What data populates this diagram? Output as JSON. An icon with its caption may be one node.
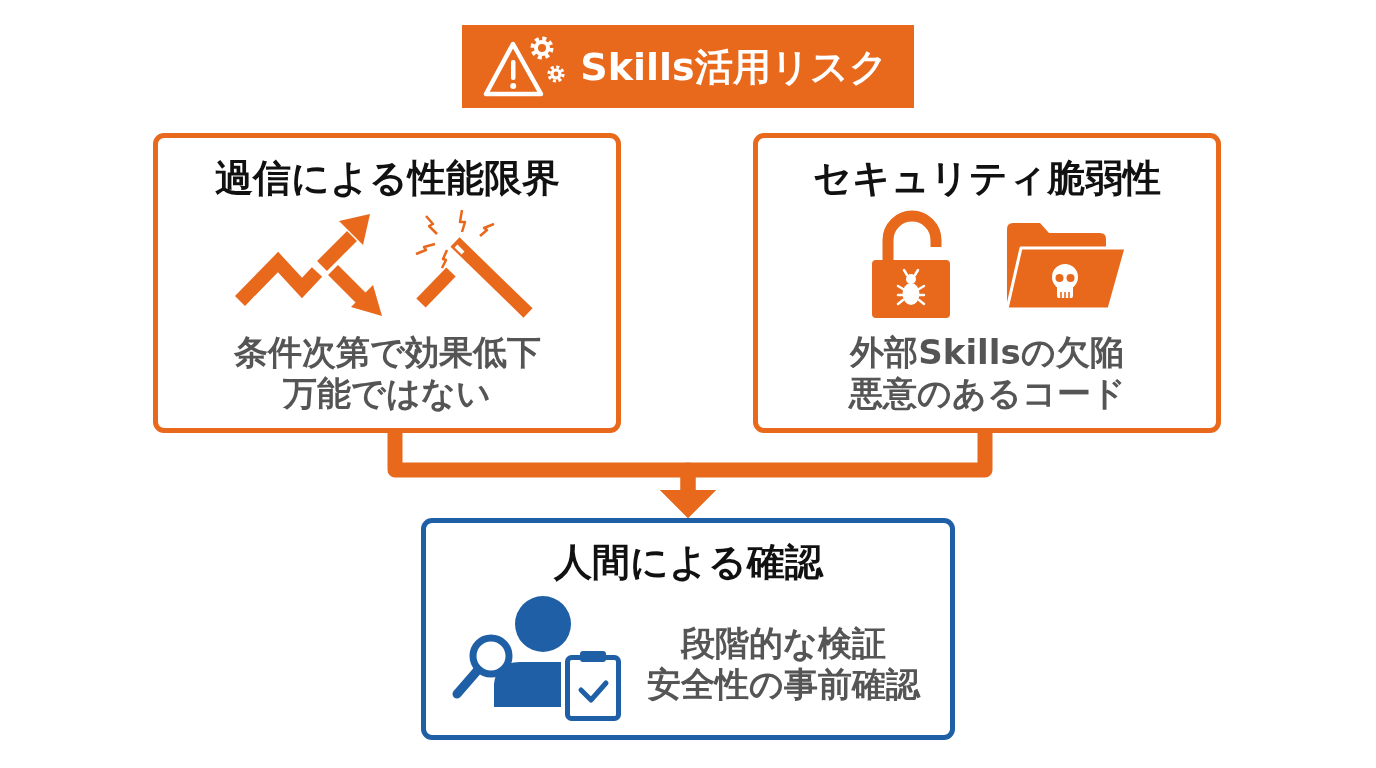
{
  "diagram": {
    "nodes": [
      {
        "text": [
          "Skills活用リスク"
        ]
      },
      {
        "text": [
          "過信による性能限界",
          "条件次第で効果低下",
          "万能ではない"
        ]
      },
      {
        "text": [
          "セキュリティ脆弱性",
          "外部Skillsの欠陥",
          "悪意のあるコード"
        ]
      },
      {
        "text": [
          "人間による確認",
          "段階的な検証",
          "安全性の事前確認"
        ]
      }
    ],
    "edges": [
      {
        "from": 1,
        "to": 3,
        "arrow": "to"
      },
      {
        "from": 2,
        "to": 3,
        "arrow": "to"
      }
    ]
  }
}
